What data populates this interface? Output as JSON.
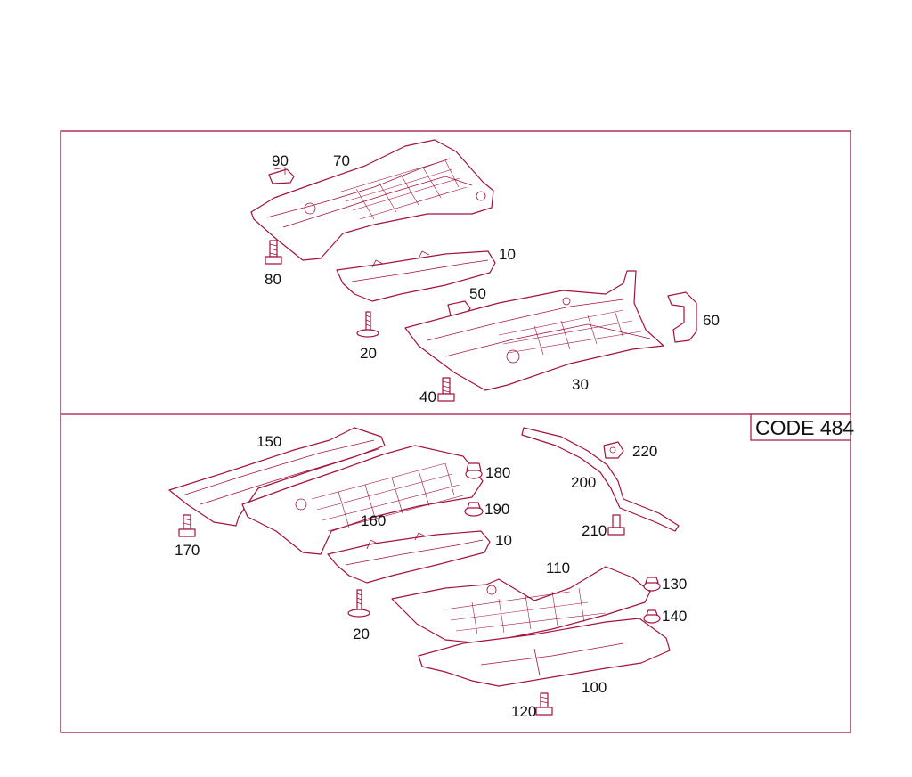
{
  "code_box": "CODE 484",
  "upper_labels": {
    "p90": "90",
    "p70": "70",
    "p80": "80",
    "p10": "10",
    "p50": "50",
    "p20": "20",
    "p60": "60",
    "p40": "40",
    "p30": "30"
  },
  "lower_labels": {
    "p150": "150",
    "p180": "180",
    "p190": "190",
    "p160": "160",
    "p170": "170",
    "p10": "10",
    "p20": "20",
    "p220": "220",
    "p200": "200",
    "p210": "210",
    "p110": "110",
    "p130": "130",
    "p140": "140",
    "p100": "100",
    "p120": "120"
  },
  "colors": {
    "line": "#a3123c",
    "text": "#111111",
    "background": "#ffffff"
  }
}
